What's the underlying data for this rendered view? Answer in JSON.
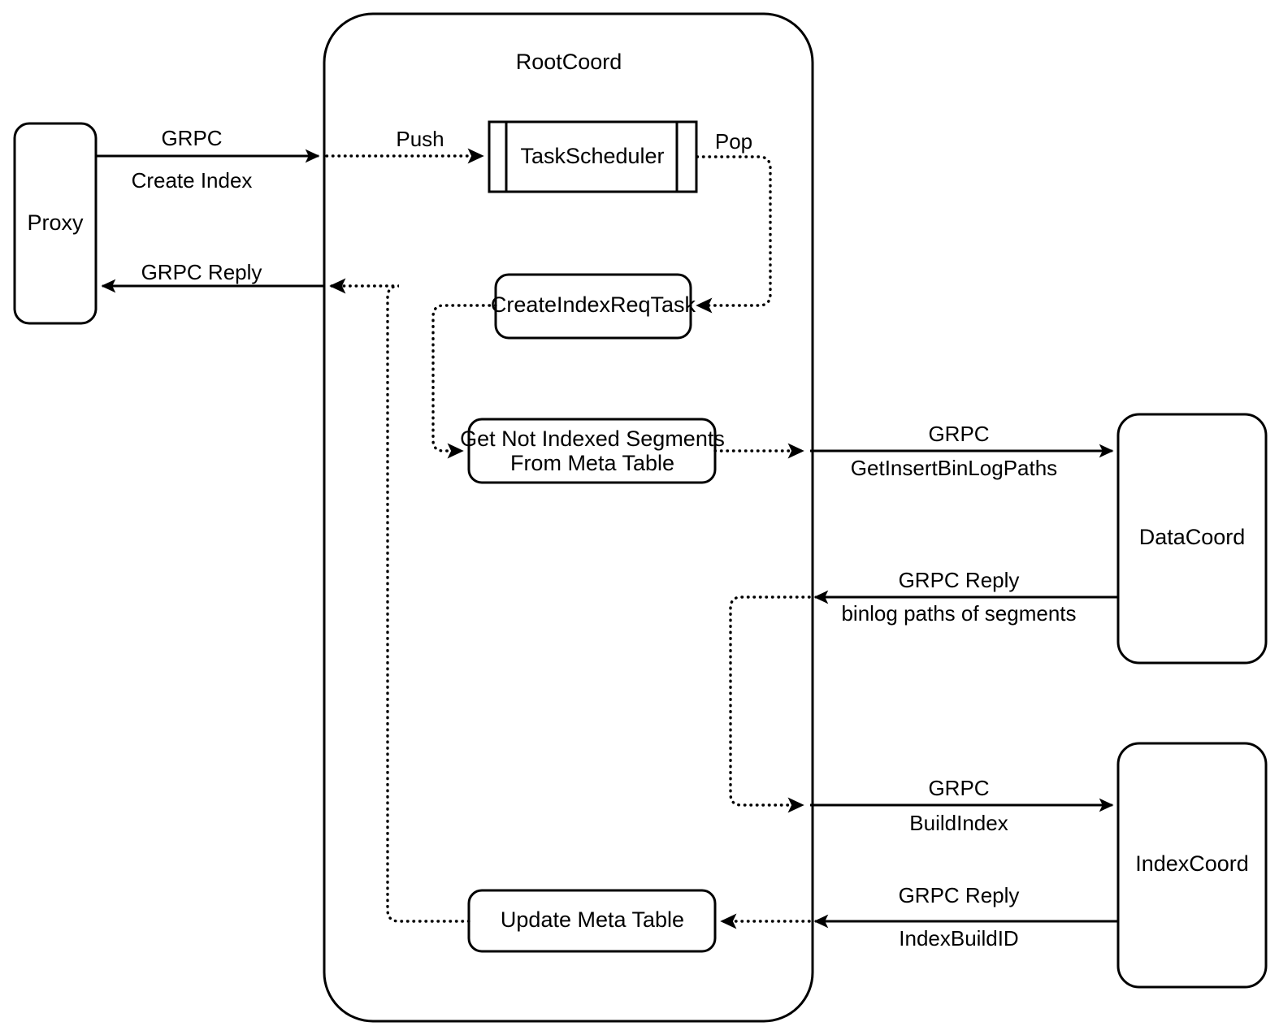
{
  "diagram": {
    "title": "Milvus CreateIndex flow between Proxy, RootCoord, DataCoord and IndexCoord",
    "colors": {
      "stroke": "#000000",
      "fill": "#ffffff",
      "background": "#ffffff"
    },
    "containers": [
      {
        "id": "rootcoord",
        "label": "RootCoord",
        "shape": "rounded-rectangle"
      }
    ],
    "nodes": [
      {
        "id": "proxy",
        "label": "Proxy",
        "shape": "rounded-rectangle"
      },
      {
        "id": "taskscheduler",
        "label": "TaskScheduler",
        "shape": "process-queue"
      },
      {
        "id": "createindexreqtask",
        "label": "CreateIndexReqTask",
        "shape": "rounded-rectangle"
      },
      {
        "id": "getnotindexed",
        "label_line1": "Get Not Indexed Segments",
        "label_line2": "From Meta Table",
        "shape": "rounded-rectangle"
      },
      {
        "id": "updatemetatable",
        "label": "Update Meta Table",
        "shape": "rounded-rectangle"
      },
      {
        "id": "datacoord",
        "label": "DataCoord",
        "shape": "rounded-rectangle"
      },
      {
        "id": "indexcoord",
        "label": "IndexCoord",
        "shape": "rounded-rectangle"
      }
    ],
    "edges": [
      {
        "id": "proxy-to-rootcoord",
        "from": "proxy",
        "to": "rootcoord",
        "style": "solid",
        "label_above": "GRPC",
        "label_below": "Create Index"
      },
      {
        "id": "rootcoord-to-proxy",
        "from": "rootcoord",
        "to": "proxy",
        "style": "solid",
        "label_above": "GRPC Reply",
        "label_below": ""
      },
      {
        "id": "rootcoord-to-taskscheduler",
        "from": "rootcoord",
        "to": "taskscheduler",
        "style": "dotted",
        "label_above": "Push",
        "label_below": ""
      },
      {
        "id": "taskscheduler-to-createindexreqtask",
        "from": "taskscheduler",
        "to": "createindexreqtask",
        "style": "dotted",
        "label_above": "Pop",
        "label_below": ""
      },
      {
        "id": "createindexreqtask-to-getnotindexed",
        "from": "createindexreqtask",
        "to": "getnotindexed",
        "style": "dotted",
        "label_above": "",
        "label_below": ""
      },
      {
        "id": "getnotindexed-to-datacoord",
        "from": "getnotindexed",
        "to": "datacoord",
        "style": "solid",
        "label_above": "GRPC",
        "label_below": "GetInsertBinLogPaths"
      },
      {
        "id": "datacoord-to-rootcoord",
        "from": "datacoord",
        "to": "rootcoord",
        "style": "solid",
        "label_above": "GRPC Reply",
        "label_below": "binlog paths of segments"
      },
      {
        "id": "rootcoord-to-indexcoord",
        "from": "rootcoord",
        "to": "indexcoord",
        "style": "solid",
        "label_above": "GRPC",
        "label_below": "BuildIndex"
      },
      {
        "id": "indexcoord-to-updatemetatable",
        "from": "indexcoord",
        "to": "updatemetatable",
        "style": "solid",
        "label_above": "GRPC Reply",
        "label_below": "IndexBuildID"
      },
      {
        "id": "updatemetatable-to-grpcreply",
        "from": "updatemetatable",
        "to": "proxy",
        "style": "dotted",
        "label_above": "",
        "label_below": ""
      }
    ]
  }
}
